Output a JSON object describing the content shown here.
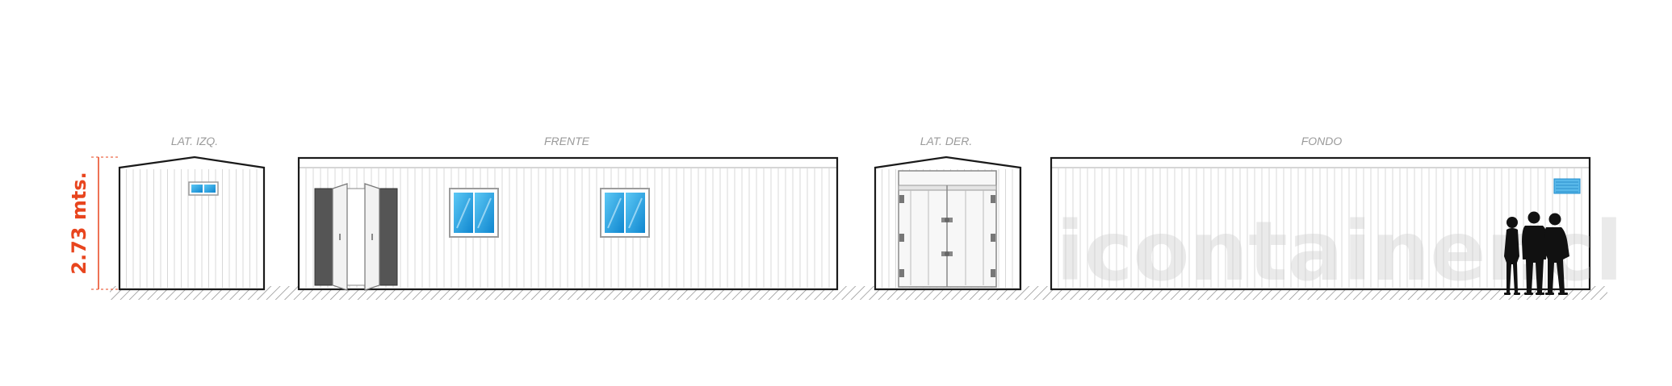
{
  "views": [
    {
      "key": "left",
      "label": "LAT. IZQ."
    },
    {
      "key": "front",
      "label": "FRENTE"
    },
    {
      "key": "right",
      "label": "LAT. DER."
    },
    {
      "key": "back",
      "label": "FONDO"
    }
  ],
  "dimension": {
    "height_label": "2.73 mts."
  },
  "watermark": {
    "text": "icontainer.cl"
  },
  "colors": {
    "accent": "#e8451e",
    "outline": "#1a1a1a",
    "rib_line": "#d8d8d8",
    "glass": "#1fa8e6",
    "door_panel": "#555555",
    "label_gray": "#9a9a9a"
  },
  "icons": [
    "people-silhouette-icon",
    "vent-grille-icon",
    "window-icon",
    "door-icon"
  ]
}
